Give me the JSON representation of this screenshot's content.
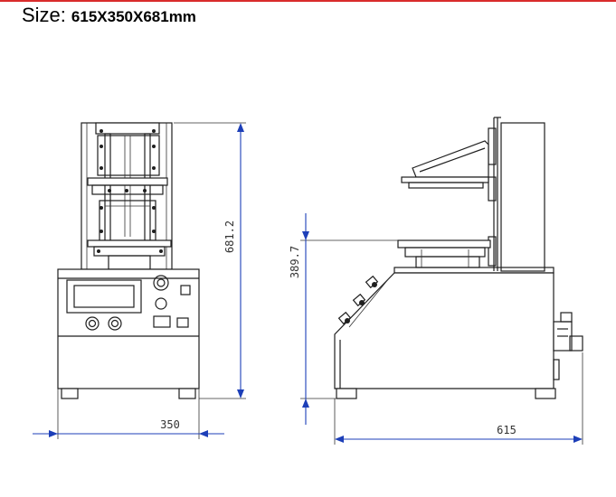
{
  "title": {
    "label": "Size:",
    "value": "615X350X681mm"
  },
  "dimensions": {
    "front_height": "681.2",
    "front_width": "350",
    "side_height": "389.7",
    "side_width": "615"
  },
  "colors": {
    "accent_rule": "#d92b2b",
    "dimension_line": "#1d3fb8",
    "drawing_line": "#1f1f1f"
  }
}
